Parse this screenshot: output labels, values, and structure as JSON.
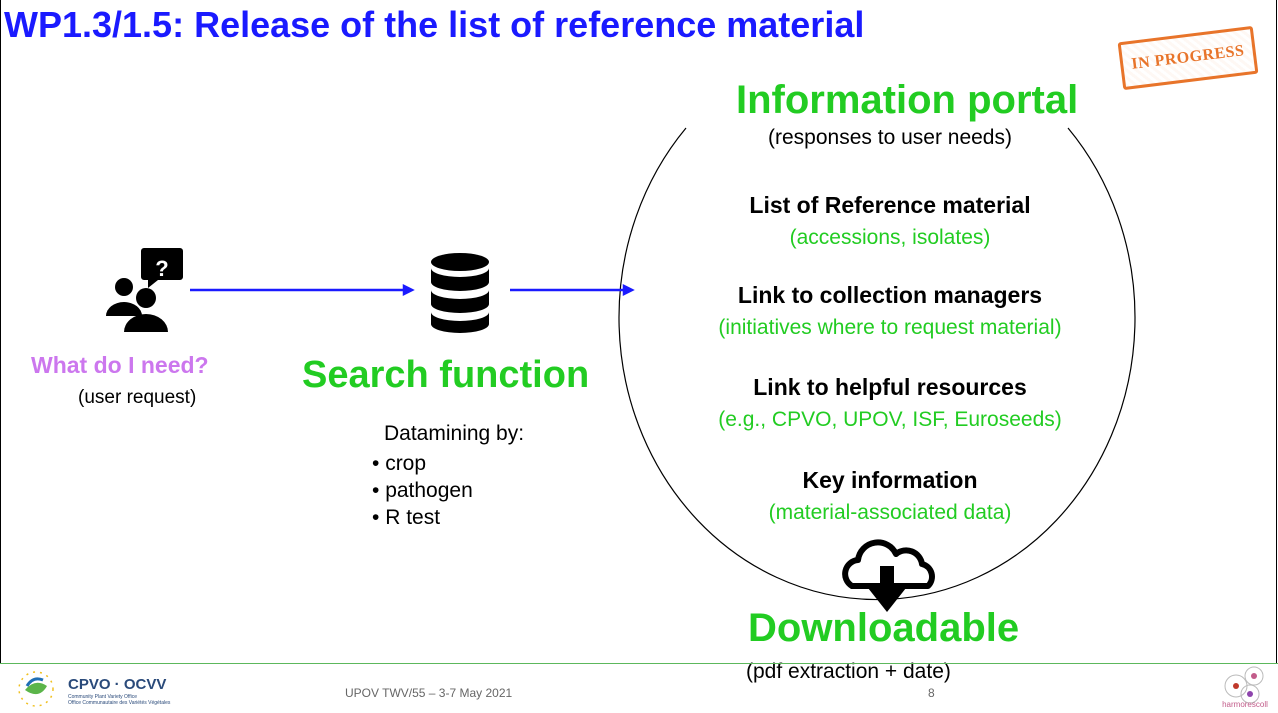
{
  "slide": {
    "title": "WP1.3/1.5: Release of the list of reference material",
    "stamp": "IN PROGRESS"
  },
  "left": {
    "need_label": "What do I need?",
    "need_sub": "(user request)"
  },
  "search": {
    "label": "Search function",
    "datamining_title": "Datamining by:",
    "criteria": [
      "crop",
      "pathogen",
      "R test"
    ]
  },
  "portal": {
    "title": "Information portal",
    "subtitle": "(responses to user needs)",
    "items": [
      {
        "heading": "List of Reference material",
        "sub": "(accessions, isolates)"
      },
      {
        "heading": "Link to collection managers",
        "sub": "(initiatives  where to request material)"
      },
      {
        "heading": "Link to helpful resources",
        "sub": "(e.g., CPVO, UPOV, ISF, Euroseeds)"
      },
      {
        "heading": "Key information",
        "sub": "(material-associated data)"
      }
    ]
  },
  "download": {
    "label": "Downloadable",
    "sub": "(pdf extraction + date)"
  },
  "footer": {
    "left_logo_name": "CPVO · OCVV",
    "left_logo_small_1": "Community Plant Variety Office",
    "left_logo_small_2": "Office Communautaire des Variétés Végétales",
    "center_text": "UPOV TWV/55 – 3-7 May 2021",
    "page_number": "8",
    "right_logo_name": "harmorescoll"
  },
  "colors": {
    "title": "#1a1aff",
    "green": "#22cc22",
    "purple": "#cc77ee",
    "arrow": "#1a1aff",
    "stamp": "#e8742a"
  },
  "icons": [
    "user-question-icon",
    "database-icon",
    "cloud-download-icon",
    "cpvo-logo",
    "harmorescoll-logo"
  ]
}
